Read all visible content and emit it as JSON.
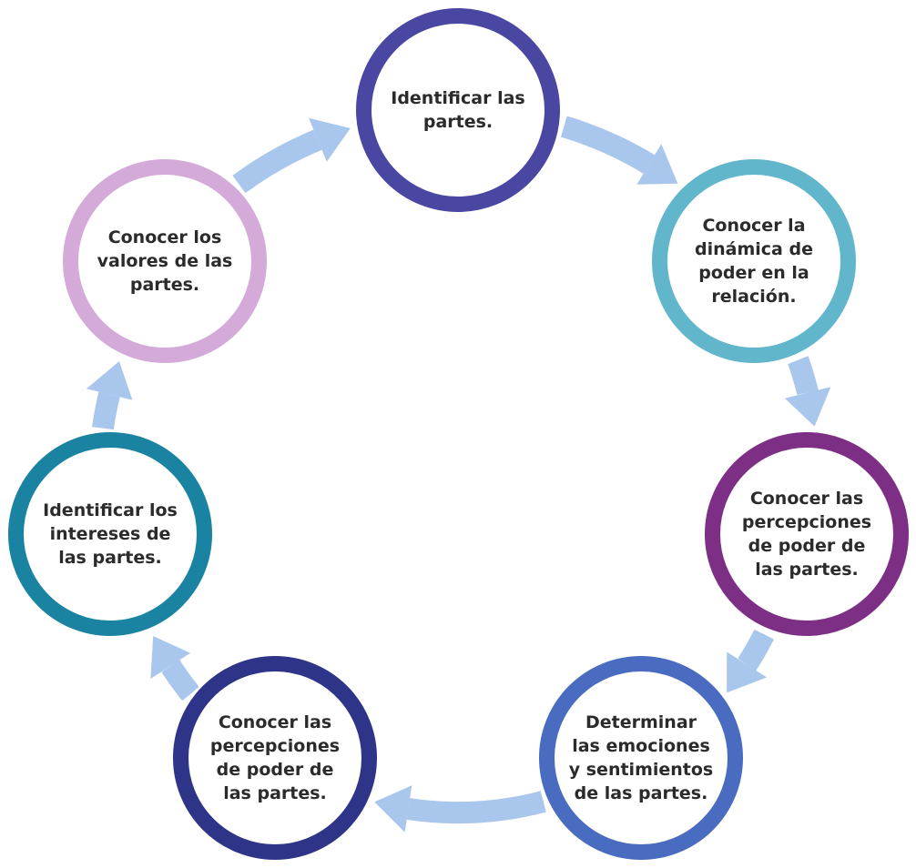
{
  "nodes": [
    {
      "id": "identificar-partes",
      "label": "Identificar las\npartes.",
      "color": "#4a47a3"
    },
    {
      "id": "dinamica-poder",
      "label": "Conocer la\ndinámica de\npoder en la\nrelación.",
      "color": "#62b6cb"
    },
    {
      "id": "percepciones-poder-a",
      "label": "Conocer las\npercepciones\nde poder de\nlas partes.",
      "color": "#7d2f86"
    },
    {
      "id": "emociones-sentimientos",
      "label": "Determinar\nlas emociones\ny sentimientos\nde las partes.",
      "color": "#4a6cc0"
    },
    {
      "id": "percepciones-poder-b",
      "label": "Conocer las\npercepciones\nde poder de\nlas partes.",
      "color": "#2e3589"
    },
    {
      "id": "intereses-partes",
      "label": "Identificar los\nintereses de\nlas partes.",
      "color": "#1a83a1"
    },
    {
      "id": "valores-partes",
      "label": "Conocer los\nvalores de las\npartes.",
      "color": "#d4aad9"
    }
  ],
  "arrow_color": "#a9c6ec"
}
